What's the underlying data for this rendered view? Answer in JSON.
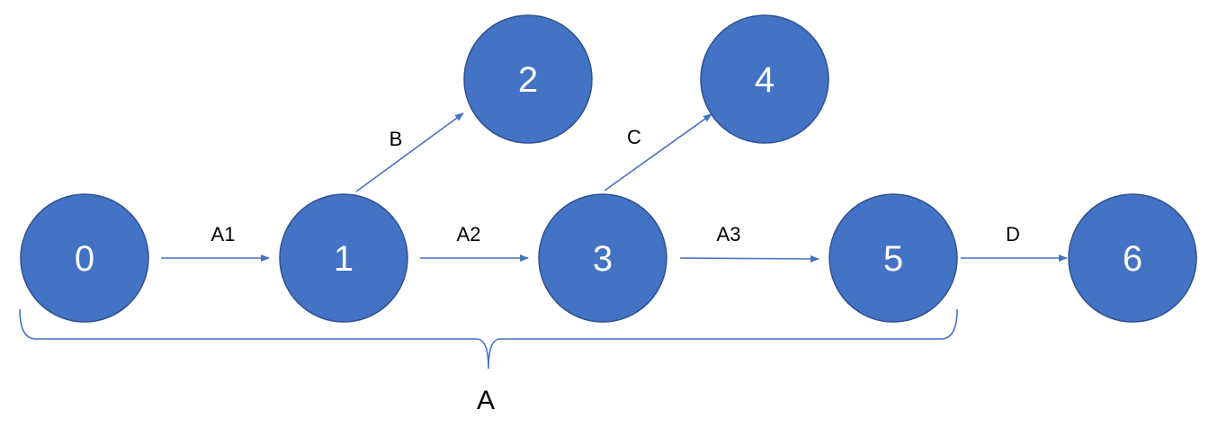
{
  "colors": {
    "node_fill": "#4472C4",
    "node_stroke": "#2F528F",
    "edge": "#4472C4",
    "label_text": "#ffffff",
    "edge_text": "#000000"
  },
  "nodes": [
    {
      "id": "n0",
      "label": "0"
    },
    {
      "id": "n1",
      "label": "1"
    },
    {
      "id": "n2",
      "label": "2"
    },
    {
      "id": "n3",
      "label": "3"
    },
    {
      "id": "n4",
      "label": "4"
    },
    {
      "id": "n5",
      "label": "5"
    },
    {
      "id": "n6",
      "label": "6"
    }
  ],
  "edges": [
    {
      "from": "n0",
      "to": "n1",
      "label": "A1"
    },
    {
      "from": "n1",
      "to": "n2",
      "label": "B"
    },
    {
      "from": "n1",
      "to": "n3",
      "label": "A2"
    },
    {
      "from": "n3",
      "to": "n4",
      "label": "C"
    },
    {
      "from": "n3",
      "to": "n5",
      "label": "A3"
    },
    {
      "from": "n5",
      "to": "n6",
      "label": "D"
    }
  ],
  "group": {
    "label": "A",
    "spans_from": "n0",
    "spans_to": "n5"
  }
}
